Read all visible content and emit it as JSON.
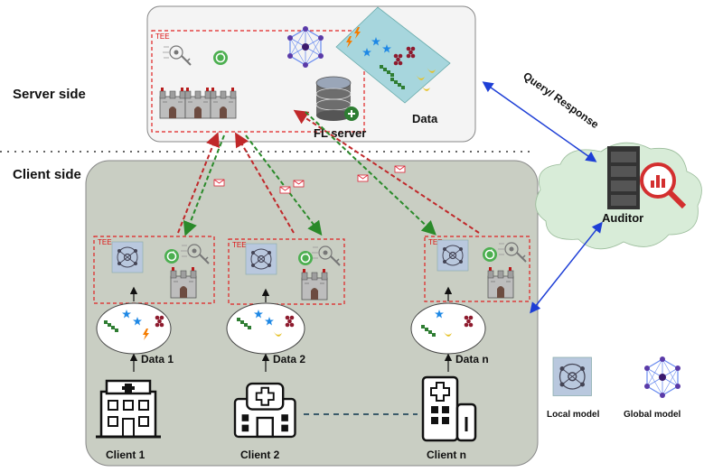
{
  "sections": {
    "server_side": "Server side",
    "client_side": "Client side"
  },
  "server": {
    "tee_label": "TEE",
    "fl_server_label": "FL server",
    "data_label": "Data"
  },
  "auditor": {
    "label": "Auditor",
    "link_label": "Query/ Response"
  },
  "clients": [
    {
      "tee_label": "TEE",
      "data_label": "Data 1",
      "name": "Client 1"
    },
    {
      "tee_label": "TEE",
      "data_label": "Data 2",
      "name": "Client 2"
    },
    {
      "tee_label": "TEE",
      "data_label": "Data n",
      "name": "Client n"
    }
  ],
  "legend": {
    "local_model": "Local model",
    "global_model": "Global model"
  },
  "colors": {
    "upload_arrow": "#c0282a",
    "download_arrow": "#2a8a2a",
    "auditor_link": "#1e3fd6",
    "tee_border": "#e02020",
    "client_panel": "#c9cec3",
    "cloud": "#d8ecd8"
  }
}
